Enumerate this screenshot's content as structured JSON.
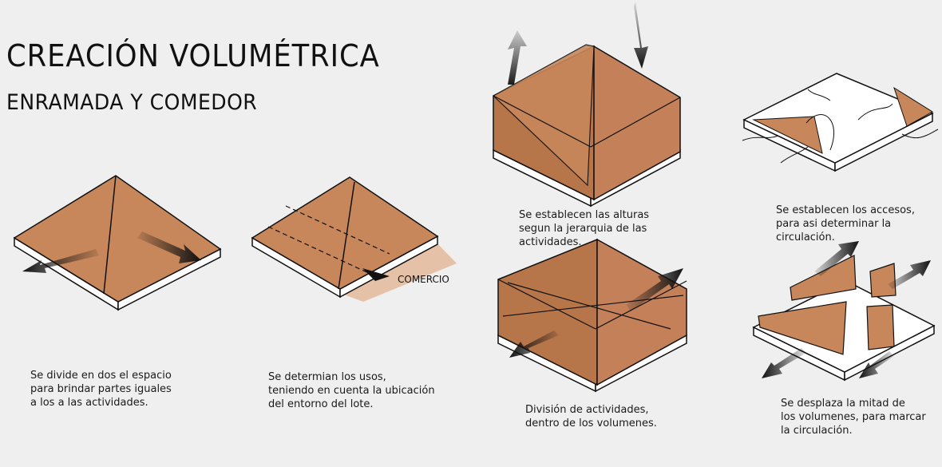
{
  "header": {
    "title": "CREACIÓN VOLUMÉTRICA",
    "subtitle": "ENRAMADA Y COMEDOR"
  },
  "steps": [
    {
      "caption": "Se divide en dos el espacio\npara brindar partes iguales\na los a las actividades."
    },
    {
      "caption": "Se determian los usos,\nteniendo en cuenta la ubicación\ndel entorno del lote.",
      "label": "COMERCIO"
    },
    {
      "caption": "Se establecen las alturas\nsegun la jerarquia de las\nactividades."
    },
    {
      "caption": "Se establecen los accesos,\npara asi determinar la\ncirculación."
    },
    {
      "caption": "División de actividades,\ndentro de los volumenes."
    },
    {
      "caption": "Se desplaza la mitad de\nlos volumenes, para marcar\nla circulación."
    }
  ],
  "colors": {
    "volume": "#c8875a",
    "volume_dark": "#b7754a",
    "slab": "#ffffff",
    "arrow": "#1a1a1a",
    "background": "#efefef"
  }
}
